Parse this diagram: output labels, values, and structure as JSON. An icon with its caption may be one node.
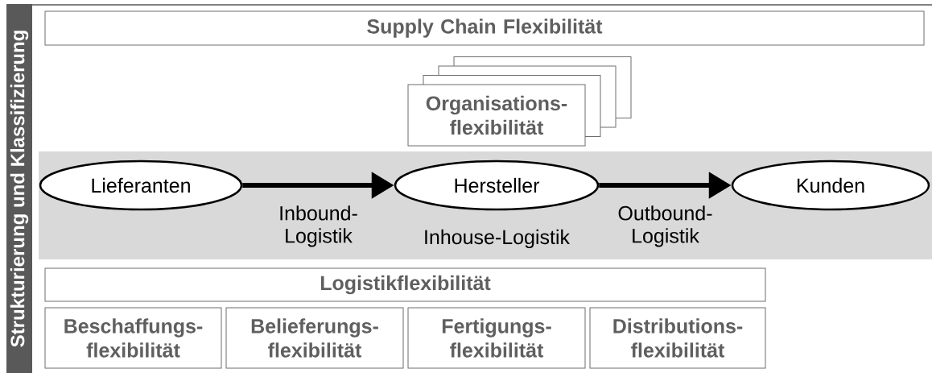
{
  "diagram": {
    "nodes": [
      {
        "text": [
          "Strukturierung und Klassifizierung"
        ]
      },
      {
        "text": [
          "Supply Chain Flexibilität"
        ]
      },
      {
        "text": [
          "Organisations- flexibilität"
        ]
      },
      {
        "text": [
          "Lieferanten"
        ]
      },
      {
        "text": [
          "Hersteller"
        ],
        "beside": [
          "Inhouse-Logistik"
        ]
      },
      {
        "text": [
          "Kunden"
        ]
      },
      {
        "text": [
          "Logistikflexibilität"
        ]
      },
      {
        "text": [
          "Beschaffungs- flexibilität"
        ]
      },
      {
        "text": [
          "Belieferungs- flexibilität"
        ]
      },
      {
        "text": [
          "Fertigungs- flexibilität"
        ]
      },
      {
        "text": [
          "Distributions- flexibilität"
        ]
      }
    ],
    "edges": [
      {
        "from": 3,
        "to": 4,
        "arrow": "to",
        "label": "Inbound-Logistik"
      },
      {
        "from": 4,
        "to": 5,
        "arrow": "to",
        "label": "Outbound-Logistik"
      }
    ]
  }
}
